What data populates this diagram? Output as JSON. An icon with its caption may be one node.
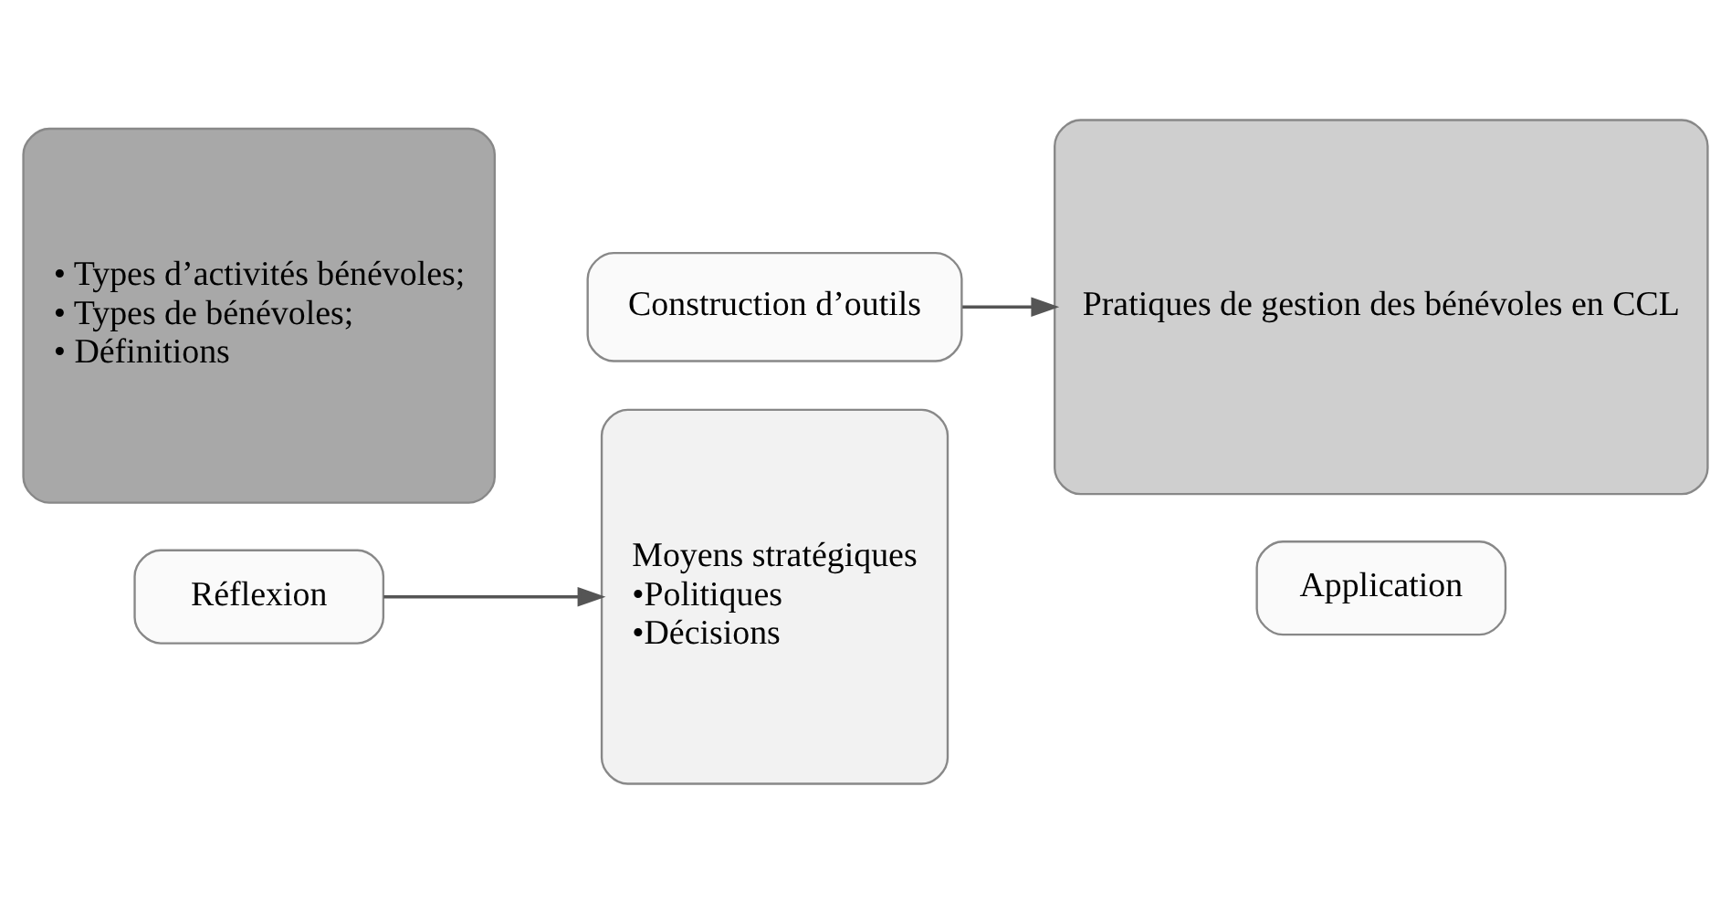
{
  "diagram": {
    "nodes": [
      {
        "text": [
          "• Types d’activités bénévoles;",
          "• Types de bénévoles;",
          "• Définitions"
        ]
      },
      {
        "text": [
          "Réflexion"
        ]
      },
      {
        "text": [
          "Moyens stratégiques",
          "•Politiques",
          "•Décisions"
        ]
      },
      {
        "text": [
          "Construction d’outils"
        ]
      },
      {
        "text": [
          "Pratiques de gestion des bénévoles en CCL"
        ]
      },
      {
        "text": [
          "Application"
        ]
      }
    ],
    "edges": [
      {
        "from": 1,
        "to": 2,
        "arrow": "to"
      },
      {
        "from": 3,
        "to": 4,
        "arrow": "to"
      }
    ]
  }
}
